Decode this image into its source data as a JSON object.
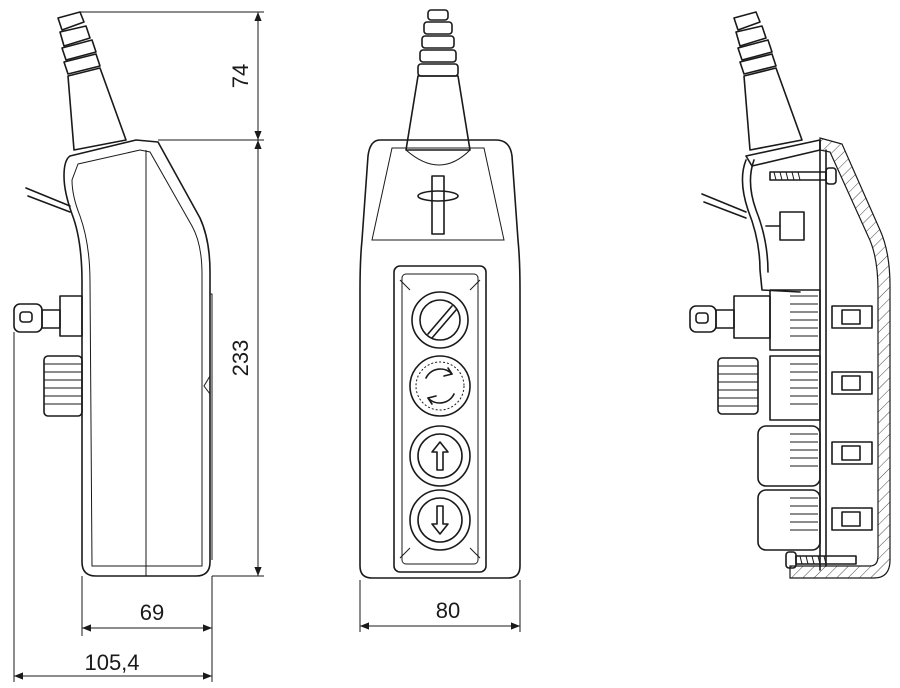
{
  "dimensions": {
    "cable_gland_height": "74",
    "body_height": "233",
    "body_depth": "69",
    "overall_depth": "105,4",
    "body_width": "80"
  },
  "views": [
    "side-view",
    "front-view",
    "section-view"
  ],
  "buttons": [
    {
      "name": "key-selector-switch",
      "icon": "slot-icon"
    },
    {
      "name": "emergency-rotate-button",
      "icon": "rotate-icon"
    },
    {
      "name": "up-button",
      "icon": "arrow-up-icon"
    },
    {
      "name": "down-button",
      "icon": "arrow-down-icon"
    }
  ],
  "colors": {
    "line": "#1a1a1a",
    "background": "#ffffff"
  }
}
